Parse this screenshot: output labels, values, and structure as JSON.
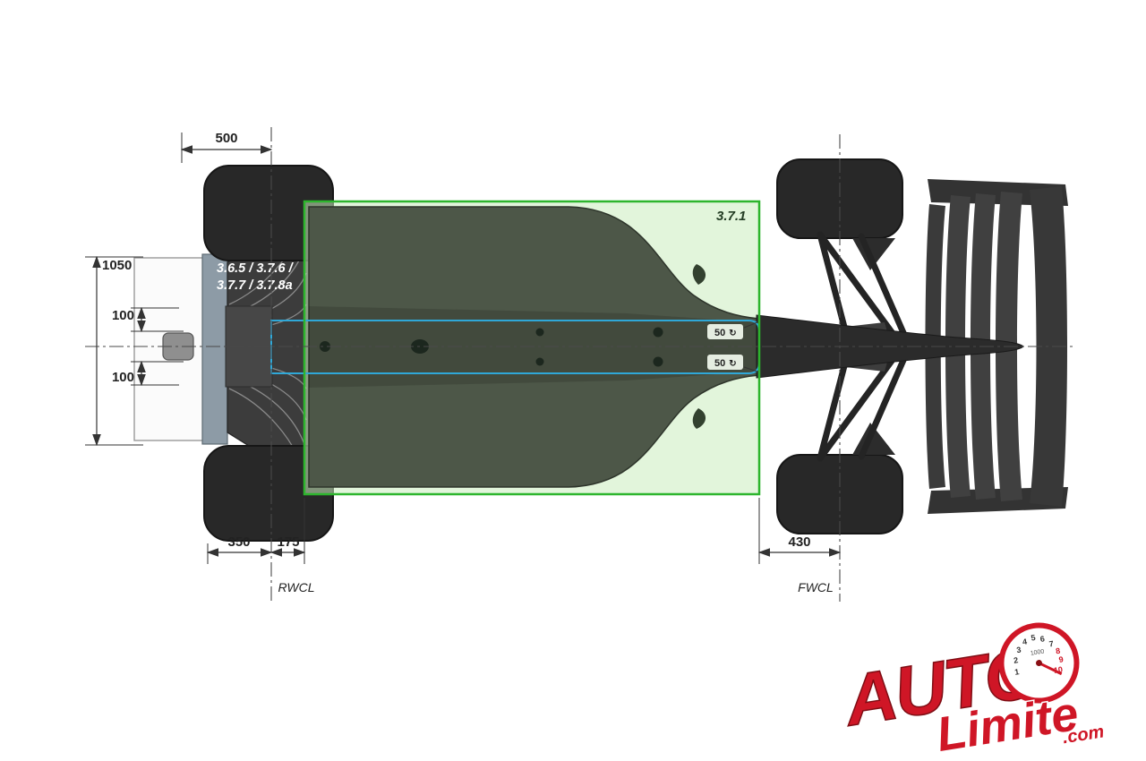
{
  "dimensions": {
    "d500": "500",
    "d1050": "1050",
    "d100_top": "100",
    "d100_bottom": "100",
    "d350": "350",
    "d175": "175",
    "d430": "430",
    "r50_top": "50",
    "r50_bottom": "50"
  },
  "labels": {
    "rwcl": "RWCL",
    "fwcl": "FWCL",
    "zone_top_right": "3.7.1",
    "regs_line1": "3.6.5 / 3.7.6 /",
    "regs_line2": "3.7.7 / 3.7.8a"
  },
  "icons": {
    "rotate_arrow": "↻"
  },
  "colors": {
    "zone_border_green": "#2db52d",
    "zone_fill_green": "#e4f4dc",
    "floor_olive": "#4d5748",
    "plank_blue": "#2fa8d8",
    "car_dark": "#333333",
    "logo_red": "#cf1626"
  },
  "logo": {
    "word_auto": "AUTO",
    "word_limite": "Limite",
    "word_com": ".com",
    "gauge_label": "1000",
    "gauge_numbers": [
      "1",
      "2",
      "3",
      "4",
      "5",
      "6",
      "7",
      "8",
      "9",
      "10"
    ]
  }
}
